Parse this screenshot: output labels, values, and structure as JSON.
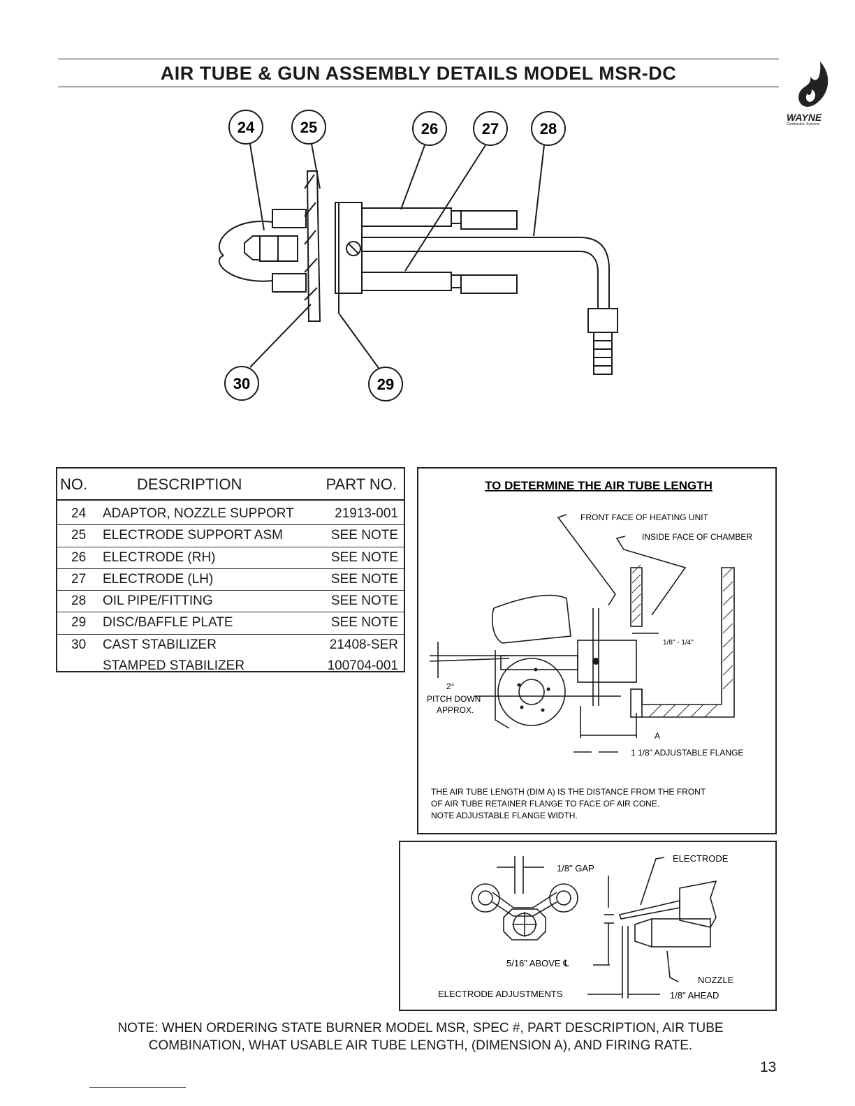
{
  "header": {
    "title": "AIR TUBE & GUN ASSEMBLY DETAILS MODEL MSR-DC",
    "logo_text": "WAYNE",
    "logo_subtext": "Combustion Systems"
  },
  "callouts": [
    "24",
    "25",
    "26",
    "27",
    "28",
    "29",
    "30"
  ],
  "parts_table": {
    "headers": {
      "no": "NO.",
      "description": "DESCRIPTION",
      "part_no": "PART NO."
    },
    "rows": [
      {
        "no": "24",
        "description": "ADAPTOR, NOZZLE SUPPORT",
        "part_no": "21913-001"
      },
      {
        "no": "25",
        "description": "ELECTRODE SUPPORT ASM",
        "part_no": "SEE NOTE"
      },
      {
        "no": "26",
        "description": "ELECTRODE (RH)",
        "part_no": "SEE NOTE"
      },
      {
        "no": "27",
        "description": "ELECTRODE (LH)",
        "part_no": "SEE NOTE"
      },
      {
        "no": "28",
        "description": "OIL PIPE/FITTING",
        "part_no": "SEE NOTE"
      },
      {
        "no": "29",
        "description": "DISC/BAFFLE PLATE",
        "part_no": "SEE NOTE"
      },
      {
        "no": "30",
        "description": "CAST STABILIZER",
        "part_no": "21408-SER"
      },
      {
        "no": "",
        "description": "STAMPED STABILIZER",
        "part_no": "100704-001"
      }
    ]
  },
  "air_tube_box": {
    "title": "TO DETERMINE THE AIR TUBE LENGTH",
    "labels": {
      "front_face": "FRONT FACE OF HEATING UNIT",
      "inside_face": "INSIDE FACE OF CHAMBER",
      "gap": "1/8\" - 1/4\"",
      "pitch_deg": "2°",
      "pitch_down": "PITCH DOWN",
      "approx": "APPROX.",
      "dim_a": "A",
      "flange": "1 1/8\" ADJUSTABLE FLANGE"
    },
    "description": [
      "THE AIR TUBE LENGTH (DIM A) IS THE DISTANCE FROM THE FRONT",
      "OF AIR TUBE RETAINER FLANGE TO FACE OF AIR CONE.",
      "NOTE ADJUSTABLE FLANGE WIDTH."
    ]
  },
  "electrode_box": {
    "gap": "1/8\" GAP",
    "electrode": "ELECTRODE",
    "above": "5/16\" ABOVE ℄",
    "nozzle": "NOZZLE",
    "adjustments": "ELECTRODE ADJUSTMENTS",
    "ahead": "1/8\" AHEAD"
  },
  "footer": {
    "note_line1": "NOTE: WHEN ORDERING STATE BURNER MODEL MSR, SPEC #, PART DESCRIPTION, AIR TUBE",
    "note_line2": "COMBINATION, WHAT USABLE AIR TUBE LENGTH, (DIMENSION A), AND FIRING RATE.",
    "page_number": "13"
  }
}
